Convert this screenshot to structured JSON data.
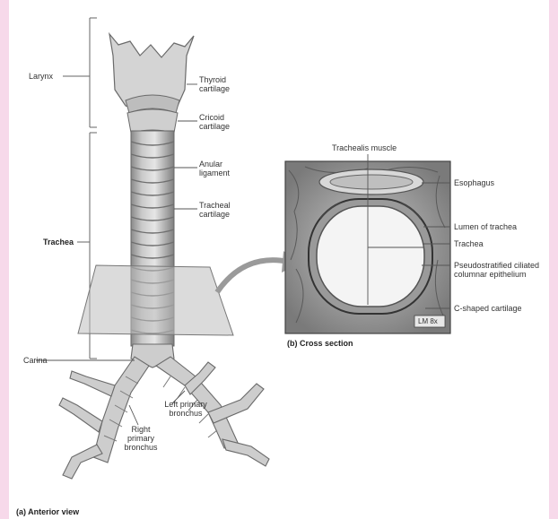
{
  "labels": {
    "larynx": "Larynx",
    "thyroid": "Thyroid cartilage",
    "cricoid": "Cricoid cartilage",
    "anular": "Anular ligament",
    "tracheal_cartilage": "Tracheal cartilage",
    "trachea_main": "Trachea",
    "carina": "Carina",
    "left_bronchus": "Left primary bronchus",
    "right_bronchus": "Right primary bronchus",
    "trachealis": "Trachealis muscle",
    "esophagus": "Esophagus",
    "lumen": "Lumen of trachea",
    "trachea_cs": "Trachea",
    "epithelium": "Pseudostratified ciliated columnar epithelium",
    "c_cartilage": "C-shaped cartilage",
    "magnification": "LM 8x"
  },
  "captions": {
    "cross_section": "(b) Cross section",
    "anterior_view": "(a) Anterior view"
  },
  "colors": {
    "background": "#f7d9ea",
    "panel": "#ffffff",
    "line": "#555555"
  }
}
